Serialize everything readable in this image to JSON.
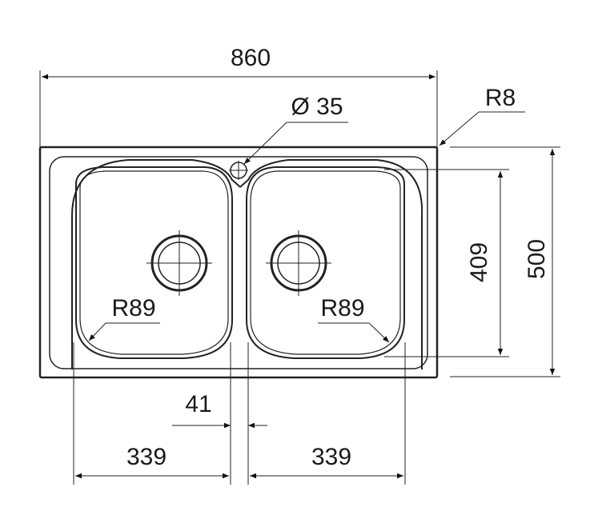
{
  "diagram": {
    "overall_width": "860",
    "overall_depth": "500",
    "bowl_depth": "409",
    "tap_hole": "Ø 35",
    "corner_radius": "R8",
    "bowl_radius_left": "R89",
    "bowl_radius_right": "R89",
    "divider_width": "41",
    "bowl_width_left": "339",
    "bowl_width_right": "339"
  },
  "colors": {
    "line": "#222222",
    "background": "#ffffff"
  }
}
